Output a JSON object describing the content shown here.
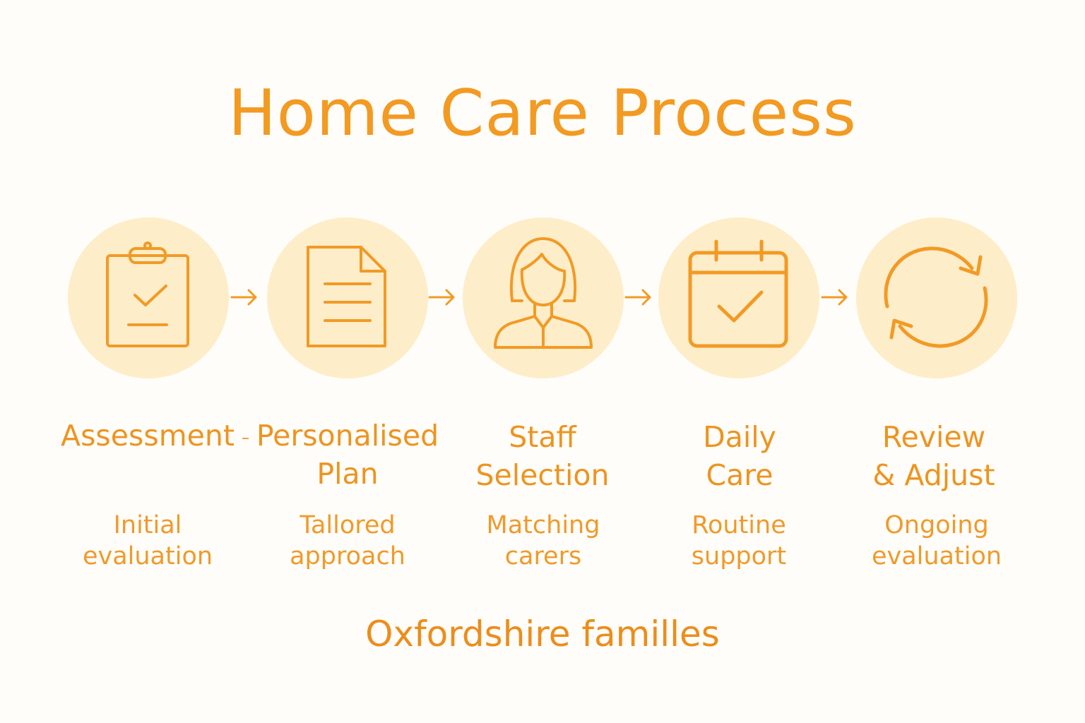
{
  "title": "Home Care Process",
  "steps": [
    {
      "icon": "clipboard-check-icon",
      "title_line1": "Assessment",
      "title_line2": "",
      "desc_line1": "Initial",
      "desc_line2": "evaluation"
    },
    {
      "icon": "document-icon",
      "title_line1": "Personalised",
      "title_line2": "Plan",
      "desc_line1": "Tallored",
      "desc_line2": "approach"
    },
    {
      "icon": "person-icon",
      "title_line1": "Staff",
      "title_line2": "Selection",
      "desc_line1": "Matching",
      "desc_line2": "carers"
    },
    {
      "icon": "calendar-check-icon",
      "title_line1": "Daily",
      "title_line2": "Care",
      "desc_line1": "Routine",
      "desc_line2": "support"
    },
    {
      "icon": "refresh-cycle-icon",
      "title_line1": "Review",
      "title_line2": "& Adjust",
      "desc_line1": "Ongoing",
      "desc_line2": "evaluation"
    }
  ],
  "footer": "Oxfordshire familles",
  "colors": {
    "accent": "#f39a22",
    "circle_fill": "#fdedc9",
    "background": "#fffdf9"
  }
}
